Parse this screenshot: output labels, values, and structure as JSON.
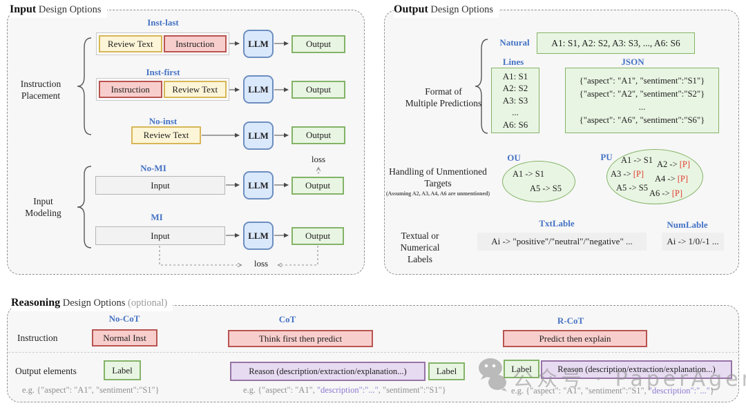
{
  "input_panel": {
    "title_bold": "Input",
    "title_rest": " Design Options",
    "instruction_placement": {
      "line1": "Instruction",
      "line2": "Placement"
    },
    "input_modeling": {
      "line1": "Input",
      "line2": "Modeling"
    },
    "inst_last": {
      "heading": "Inst-last",
      "box1": "Review Text",
      "box2": "Instruction",
      "llm": "LLM",
      "output": "Output"
    },
    "inst_first": {
      "heading": "Inst-first",
      "box1": "Instruction",
      "box2": "Review Text",
      "llm": "LLM",
      "output": "Output"
    },
    "no_inst": {
      "heading": "No-inst",
      "box1": "Review Text",
      "llm": "LLM",
      "output": "Output"
    },
    "no_mi": {
      "heading": "No-MI",
      "input": "Input",
      "llm": "LLM",
      "output": "Output",
      "loss": "loss"
    },
    "mi": {
      "heading": "MI",
      "input": "Input",
      "llm": "LLM",
      "output": "Output",
      "loss": "loss"
    }
  },
  "output_panel": {
    "title_bold": "Output",
    "title_rest": " Design Options",
    "format": {
      "line1": "Format of",
      "line2": "Multiple Predictions"
    },
    "natural": {
      "heading": "Natural",
      "text": "A1: S1, A2: S2, A3: S3, ..., A6: S6"
    },
    "lines": {
      "heading": "Lines",
      "rows": [
        "A1: S1",
        "A2: S2",
        "A3: S3",
        "...",
        "A6: S6"
      ]
    },
    "json": {
      "heading": "JSON",
      "rows": [
        "{\"aspect\": \"A1\", \"sentiment\":\"S1\"}",
        "{\"aspect\": \"A2\", \"sentiment\":\"S2\"}",
        "...",
        "{\"aspect\": \"A6\", \"sentiment\":\"S6\"}"
      ]
    },
    "handling": {
      "line1": "Handling of Unmentioned",
      "line2": "Targets",
      "note": "(Assuming A2, A3, A4, A6 are unmentioned)"
    },
    "ou": {
      "heading": "OU",
      "item1": "A1 -> S1",
      "item2": "A5 -> S5"
    },
    "pu": {
      "heading": "PU",
      "i1_pre": "A1 -> ",
      "i1_val": "S1",
      "i2_pre": "A2 -> ",
      "i2_val": "[P]",
      "i3_pre": "A3 -> ",
      "i3_val": "[P]",
      "i4_pre": "A4 -> ",
      "i4_val": "[P]",
      "i5_pre": "A5 -> ",
      "i5_val": "S5",
      "i6_pre": "A6 -> ",
      "i6_val": "[P]"
    },
    "labels": {
      "line1": "Textual or",
      "line2": "Numerical Labels"
    },
    "txt": {
      "heading": "TxtLable",
      "text": "Ai -> \"positive\"/\"neutral\"/\"negative\" ..."
    },
    "num": {
      "heading": "NumLable",
      "text": "Ai -> 1/0/-1 ..."
    }
  },
  "reasoning_panel": {
    "title_bold": "Reasoning",
    "title_rest": " Design Options ",
    "title_optional": "(optional)",
    "row1_label": "Instruction",
    "row2_label": "Output elements",
    "no_cot": {
      "heading": "No-CoT",
      "inst": "Normal Inst",
      "label_box": "Label",
      "eg": "e.g. {\"aspect\": \"A1\", \"sentiment\":\"S1\"}"
    },
    "cot": {
      "heading": "CoT",
      "inst": "Think first then predict",
      "reason_box": "Reason (description/extraction/explanation...)",
      "label_box": "Label",
      "eg_pre": "e.g. {\"aspect\": \"A1\", ",
      "eg_purple": "\"description\":\"...\"",
      "eg_post": ", \"sentiment\":\"S1\"}"
    },
    "r_cot": {
      "heading": "R-CoT",
      "inst": "Predict then explain",
      "label_box": "Label",
      "reason_box": "Reason (description/extraction/explanation...)",
      "eg_pre": "e.g. {\"aspect\": \"A1\", \"sentiment\":\"S1\", ",
      "eg_purple": "\"description\":\"...\"",
      "eg_post": "}"
    }
  },
  "watermark": {
    "text": "公众号 · PaperAgent"
  },
  "colors": {
    "blue_heading": "#4472c4",
    "red_flag": "#e23b2e",
    "purple_text": "#8d79d0",
    "green_border": "#82b366"
  }
}
